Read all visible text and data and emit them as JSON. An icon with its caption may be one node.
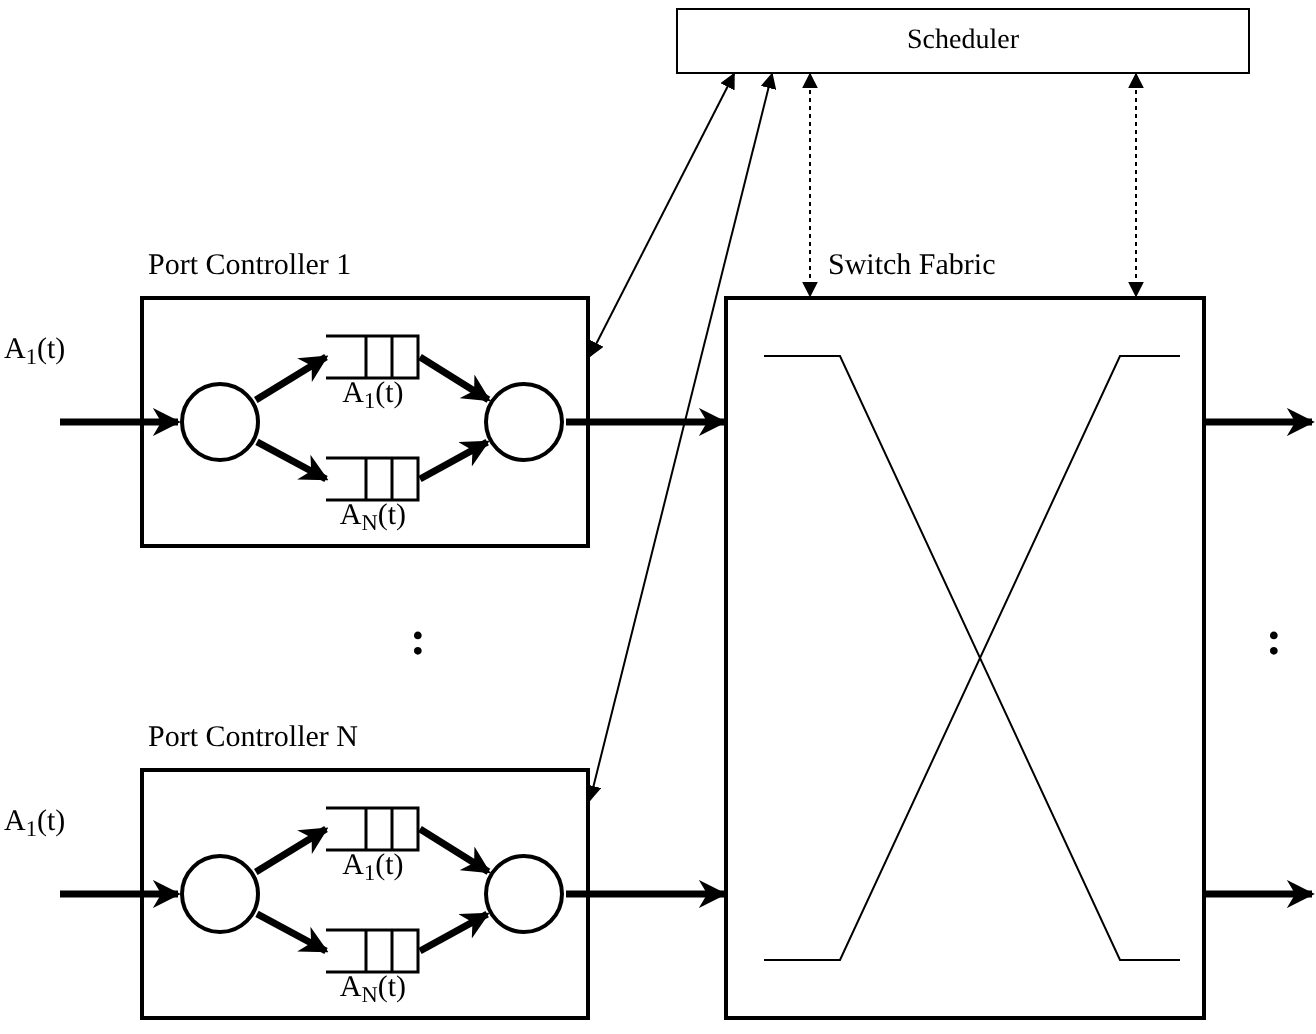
{
  "diagram": {
    "nodes": [
      {
        "text": [
          "Scheduler"
        ]
      },
      {
        "text": [
          "Port Controller 1"
        ]
      },
      {
        "text": [],
        "shape": "circle",
        "in": 1
      },
      {
        "text": [
          "A$_{1}$(t)"
        ],
        "in": 1
      },
      {
        "text": [
          "A$_{N}$(t)"
        ],
        "in": 1
      },
      {
        "text": [],
        "shape": "circle",
        "in": 1
      },
      {
        "text": [
          "Port Controller N"
        ]
      },
      {
        "text": [],
        "shape": "circle",
        "in": 6
      },
      {
        "text": [
          "A$_{1}$(t)"
        ],
        "in": 6
      },
      {
        "text": [
          "A$_{N}$(t)"
        ],
        "in": 6
      },
      {
        "text": [],
        "shape": "circle",
        "in": 6
      },
      {
        "text": [
          "Switch Fabric"
        ]
      }
    ],
    "edges": [
      {
        "from": null,
        "to": 2,
        "arrow": "to"
      },
      {
        "from": 2,
        "to": 3,
        "arrow": "to"
      },
      {
        "from": 2,
        "to": 4,
        "arrow": "to"
      },
      {
        "from": 3,
        "to": 5,
        "arrow": "to"
      },
      {
        "from": 4,
        "to": 5,
        "arrow": "to"
      },
      {
        "from": 5,
        "to": 11,
        "arrow": "to"
      },
      {
        "from": 11,
        "to": null,
        "arrow": "to"
      },
      {
        "from": null,
        "to": 7,
        "arrow": "to"
      },
      {
        "from": 7,
        "to": 8,
        "arrow": "to"
      },
      {
        "from": 7,
        "to": 9,
        "arrow": "to"
      },
      {
        "from": 8,
        "to": 10,
        "arrow": "to"
      },
      {
        "from": 9,
        "to": 10,
        "arrow": "to"
      },
      {
        "from": 10,
        "to": 11,
        "arrow": "to"
      },
      {
        "from": 11,
        "to": null,
        "arrow": "to"
      },
      {
        "from": 1,
        "to": 0,
        "arrow": "both"
      },
      {
        "from": 6,
        "to": 0,
        "arrow": "both"
      },
      {
        "from": 0,
        "to": 11,
        "arrow": "both",
        "style": "dashed"
      },
      {
        "from": 0,
        "to": 11,
        "arrow": "both",
        "style": "dashed"
      }
    ],
    "labels": [
      "A$_{1}$(t)",
      ":",
      ":",
      "A$_{1}$(t)"
    ]
  }
}
